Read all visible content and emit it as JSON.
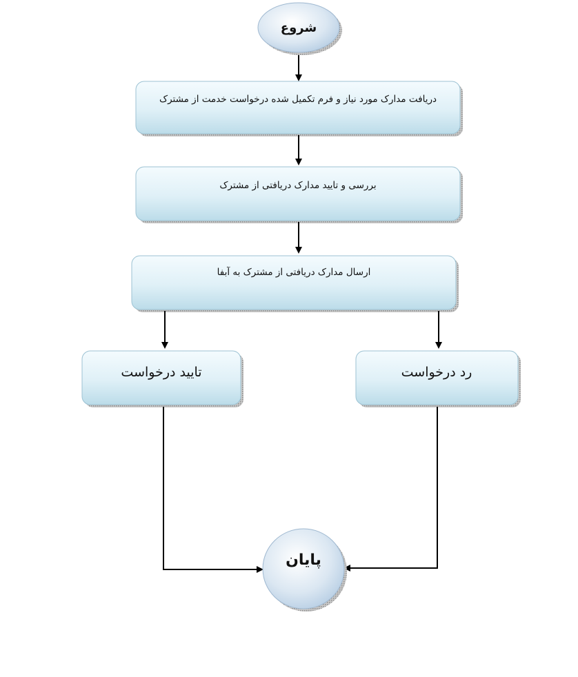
{
  "diagram": {
    "start": {
      "label": "شروع"
    },
    "step1": {
      "label": "دریافت مدارک مورد نیاز و فرم تکمیل شده درخواست خدمت از مشترک"
    },
    "step2": {
      "label": "بررسی و تایید مدارک دریافتی از مشترک"
    },
    "step3": {
      "label": "ارسال مدارک دریافتی از مشترک به آبفا"
    },
    "approve": {
      "label": "تایید درخواست"
    },
    "reject": {
      "label": "رد درخواست"
    },
    "end": {
      "label": "پایان"
    }
  },
  "colors": {
    "box_fill_top": "#f2fafe",
    "box_fill_bottom": "#c3e0ec",
    "box_stroke": "#8fb8cc",
    "shadow": "#9a9a9a",
    "ellipse_fill_center": "#ffffff",
    "ellipse_fill_edge": "#bcd2e6",
    "connector": "#000000"
  }
}
